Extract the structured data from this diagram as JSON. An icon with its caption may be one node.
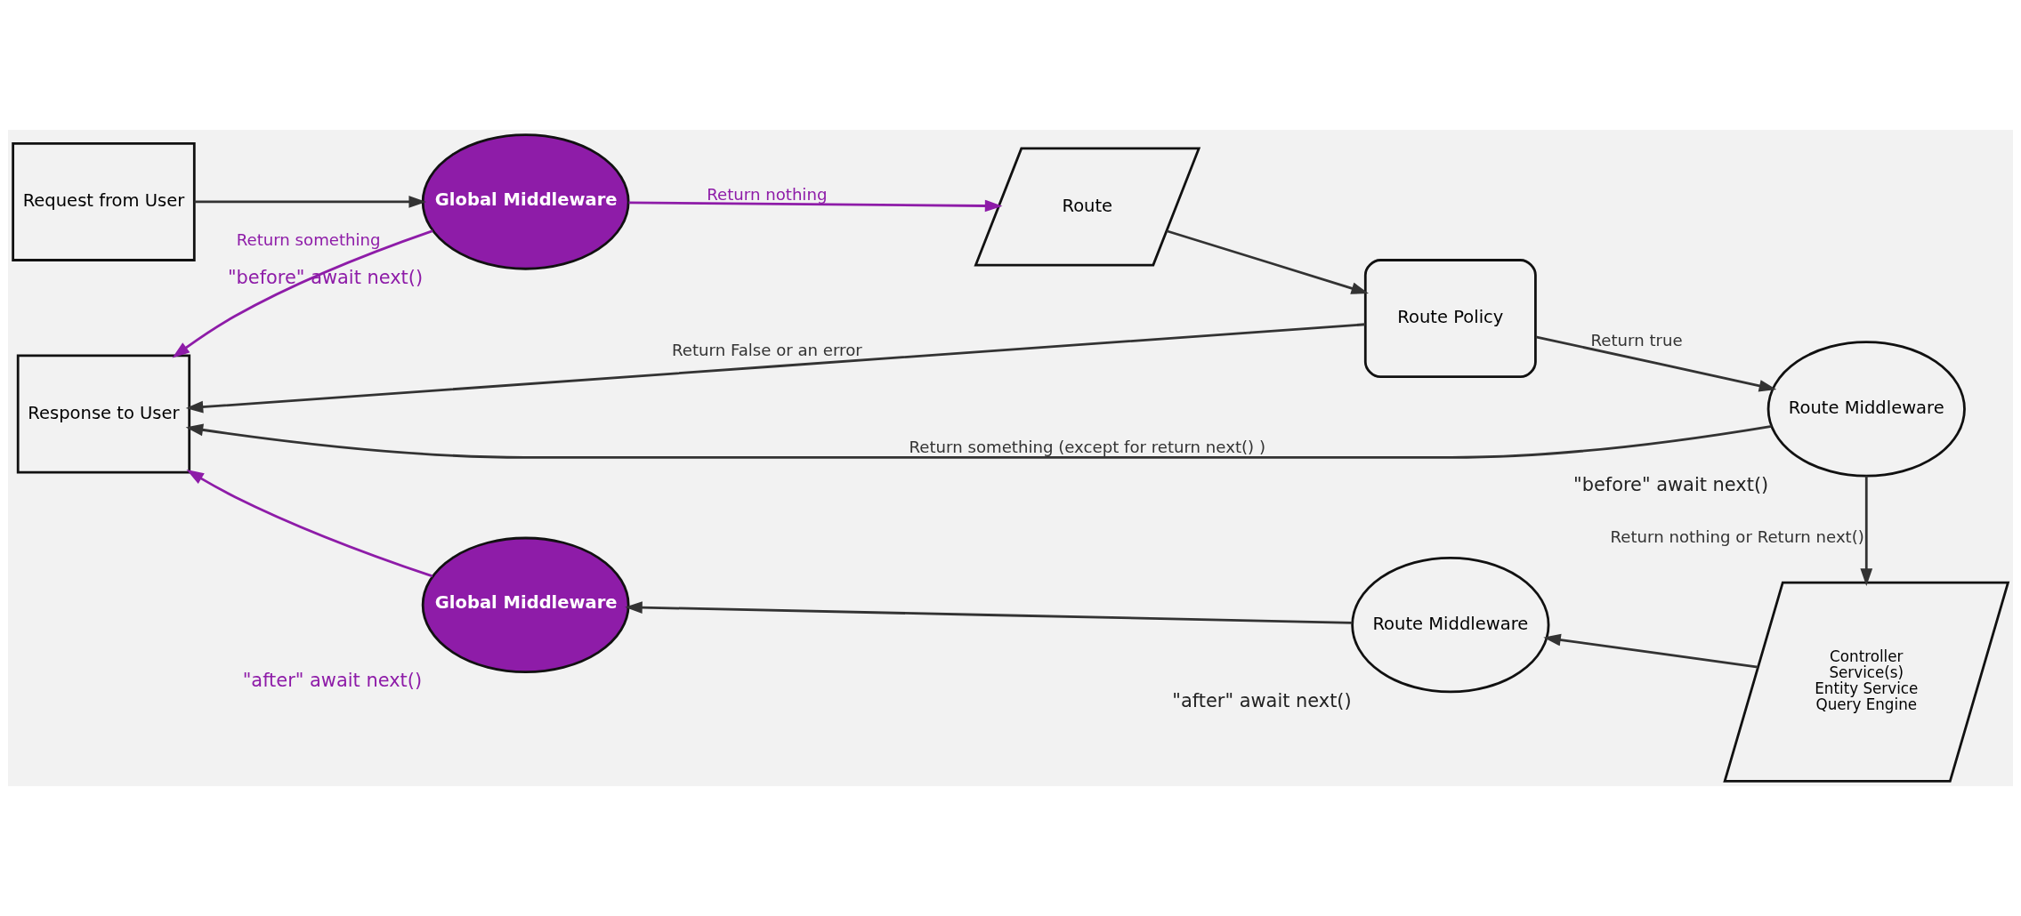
{
  "diagram": {
    "nodes": [
      {
        "text": [
          "Request from User"
        ]
      },
      {
        "text": [
          "Global Middleware"
        ],
        "beside": [
          "\"before\" await next()"
        ]
      },
      {
        "text": [
          "Route"
        ]
      },
      {
        "text": [
          "Route Policy"
        ]
      },
      {
        "text": [
          "Route Middleware"
        ],
        "beside": [
          "\"before\" await next()"
        ]
      },
      {
        "text": [
          "Response to User"
        ]
      },
      {
        "text": [
          "Global Middleware"
        ],
        "beside": [
          "\"after\" await next()"
        ]
      },
      {
        "text": [
          "Route Middleware"
        ],
        "beside": [
          "\"after\" await next()"
        ]
      },
      {
        "text": [
          "Controller",
          "Service(s)",
          "Entity Service",
          "Query Engine"
        ]
      }
    ],
    "edges": [
      {
        "from": 0,
        "to": 1,
        "arrow": "to"
      },
      {
        "from": 1,
        "to": 2,
        "arrow": "to",
        "label": "Return nothing",
        "color": "#8e1ca8"
      },
      {
        "from": 1,
        "to": 5,
        "arrow": "to",
        "label": "Return something",
        "color": "#8e1ca8"
      },
      {
        "from": 2,
        "to": 3,
        "arrow": "to"
      },
      {
        "from": 3,
        "to": 4,
        "arrow": "to",
        "label": "Return true"
      },
      {
        "from": 3,
        "to": 5,
        "arrow": "to",
        "label": "Return False or an error"
      },
      {
        "from": 4,
        "to": 5,
        "arrow": "to",
        "label": "Return something (except for return next() )"
      },
      {
        "from": 4,
        "to": 8,
        "arrow": "to",
        "label": "Return nothing or Return next()"
      },
      {
        "from": 8,
        "to": 7,
        "arrow": "to"
      },
      {
        "from": 7,
        "to": 6,
        "arrow": "to"
      },
      {
        "from": 6,
        "to": 5,
        "arrow": "to",
        "color": "#8e1ca8"
      }
    ]
  }
}
